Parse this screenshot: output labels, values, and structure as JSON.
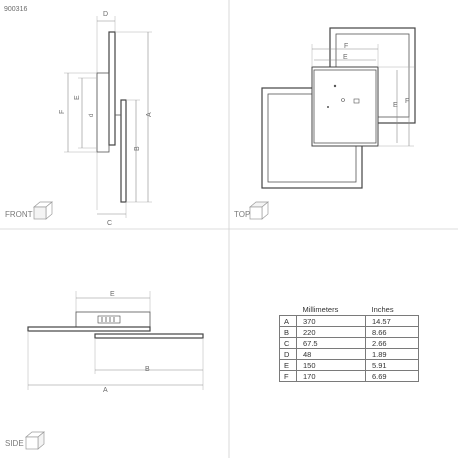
{
  "product_code": "900316",
  "views": {
    "front": "FRONT",
    "top": "TOP",
    "side": "SIDE"
  },
  "dimension_letters": {
    "A": "A",
    "B": "B",
    "C": "C",
    "D": "D",
    "E": "E",
    "F": "F"
  },
  "table": {
    "headers": [
      "",
      "Millimeters",
      "Inches"
    ],
    "rows": [
      [
        "A",
        "370",
        "14.57"
      ],
      [
        "B",
        "220",
        "8.66"
      ],
      [
        "C",
        "67.5",
        "2.66"
      ],
      [
        "D",
        "48",
        "1.89"
      ],
      [
        "E",
        "150",
        "5.91"
      ],
      [
        "F",
        "170",
        "6.69"
      ]
    ]
  }
}
